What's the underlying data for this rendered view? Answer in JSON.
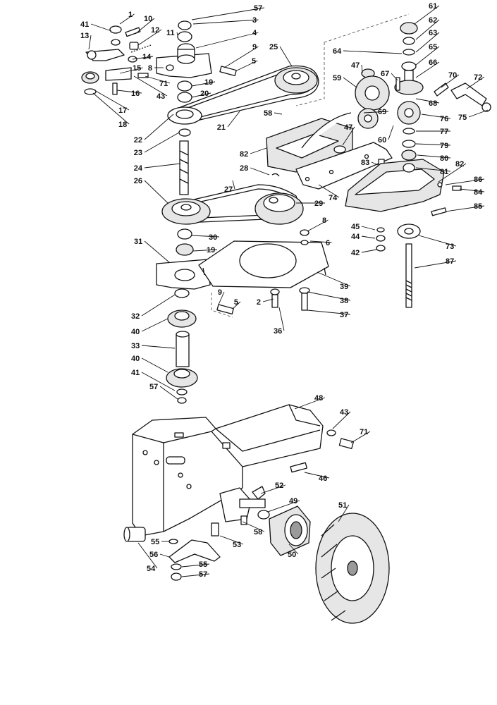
{
  "diagram": {
    "callouts": [
      "1",
      "2",
      "3",
      "4",
      "5",
      "5",
      "6",
      "8",
      "8",
      "9",
      "9",
      "10",
      "11",
      "12",
      "13",
      "14",
      "15",
      "16",
      "17",
      "18",
      "19",
      "19",
      "20",
      "21",
      "22",
      "23",
      "24",
      "25",
      "26",
      "27",
      "28",
      "29",
      "30",
      "31",
      "32",
      "33",
      "36",
      "37",
      "38",
      "39",
      "40",
      "40",
      "41",
      "41",
      "42",
      "43",
      "43",
      "44",
      "45",
      "46",
      "47",
      "47",
      "48",
      "49",
      "50",
      "51",
      "52",
      "53",
      "54",
      "55",
      "55",
      "56",
      "57",
      "57",
      "57",
      "58",
      "58",
      "59",
      "60",
      "61",
      "62",
      "63",
      "64",
      "65",
      "66",
      "67",
      "68",
      "69",
      "70",
      "71",
      "71",
      "72",
      "73",
      "74",
      "75",
      "76",
      "77",
      "79",
      "80",
      "81",
      "82",
      "82",
      "83",
      "84",
      "85",
      "86",
      "87"
    ]
  }
}
